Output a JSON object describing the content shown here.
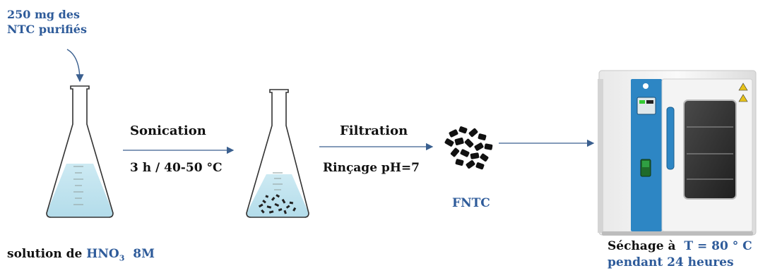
{
  "start_material": {
    "line1": "250 mg des",
    "line2": "NTC purifiés"
  },
  "step1": {
    "label": "Sonication",
    "condition": "3 h / 40-50 °C"
  },
  "step2": {
    "label": "Filtration",
    "condition": "Rinçage pH=7"
  },
  "product": {
    "label": "FNTC"
  },
  "solution": {
    "prefix": "solution de",
    "formula": "HNO",
    "subscript": "3",
    "concentration": "8M"
  },
  "drying": {
    "prefix": "Séchage à",
    "temperature": "T = 80 ° C",
    "duration": "pendant 24 heures"
  },
  "colors": {
    "label_blue": "#2e5b9a",
    "liquid": "#bfe3ef",
    "oven_panel": "#2d86c4",
    "arrow": "#3a5f8f"
  }
}
